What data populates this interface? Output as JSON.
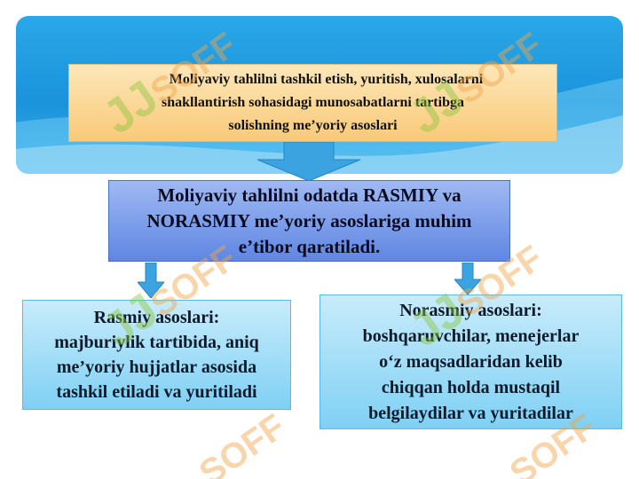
{
  "colors": {
    "banner": "#1a93db",
    "top_box": "#f9c978",
    "mid_box": "#5f86e3",
    "side_boxes": "#7fd0f4",
    "arrows": "#3aa3e0",
    "watermark_green": "#8cc63f",
    "watermark_orange": "#f3a44a"
  },
  "top_box": {
    "lines": [
      "Moliyaviy tahlilni tashkil etish, yuritish, xulosalarni",
      "shakllantirish sohasidagi munosabatlarni tartibga",
      "solishning me’yoriy asoslari"
    ]
  },
  "mid_box": {
    "lines": [
      "Moliyaviy tahlilni odatda RASMIY va",
      "NORASMIY me’yoriy asoslariga muhim",
      "e’tibor qaratiladi."
    ]
  },
  "left_box": {
    "lines": [
      "Rasmiy asoslari:",
      "majburiylik tartibida, aniq",
      "me’yoriy hujjatlar asosida",
      "tashkil etiladi va yuritiladi"
    ]
  },
  "right_box": {
    "lines": [
      "Norasmiy asoslari:",
      "boshqaruvchilar, menejerlar",
      "o‘z maqsadlaridan kelib",
      "chiqqan holda mustaqil",
      "belgilaydilar va yuritadilar"
    ]
  },
  "watermark": {
    "logo": "JJ",
    "text": "SOFF"
  }
}
